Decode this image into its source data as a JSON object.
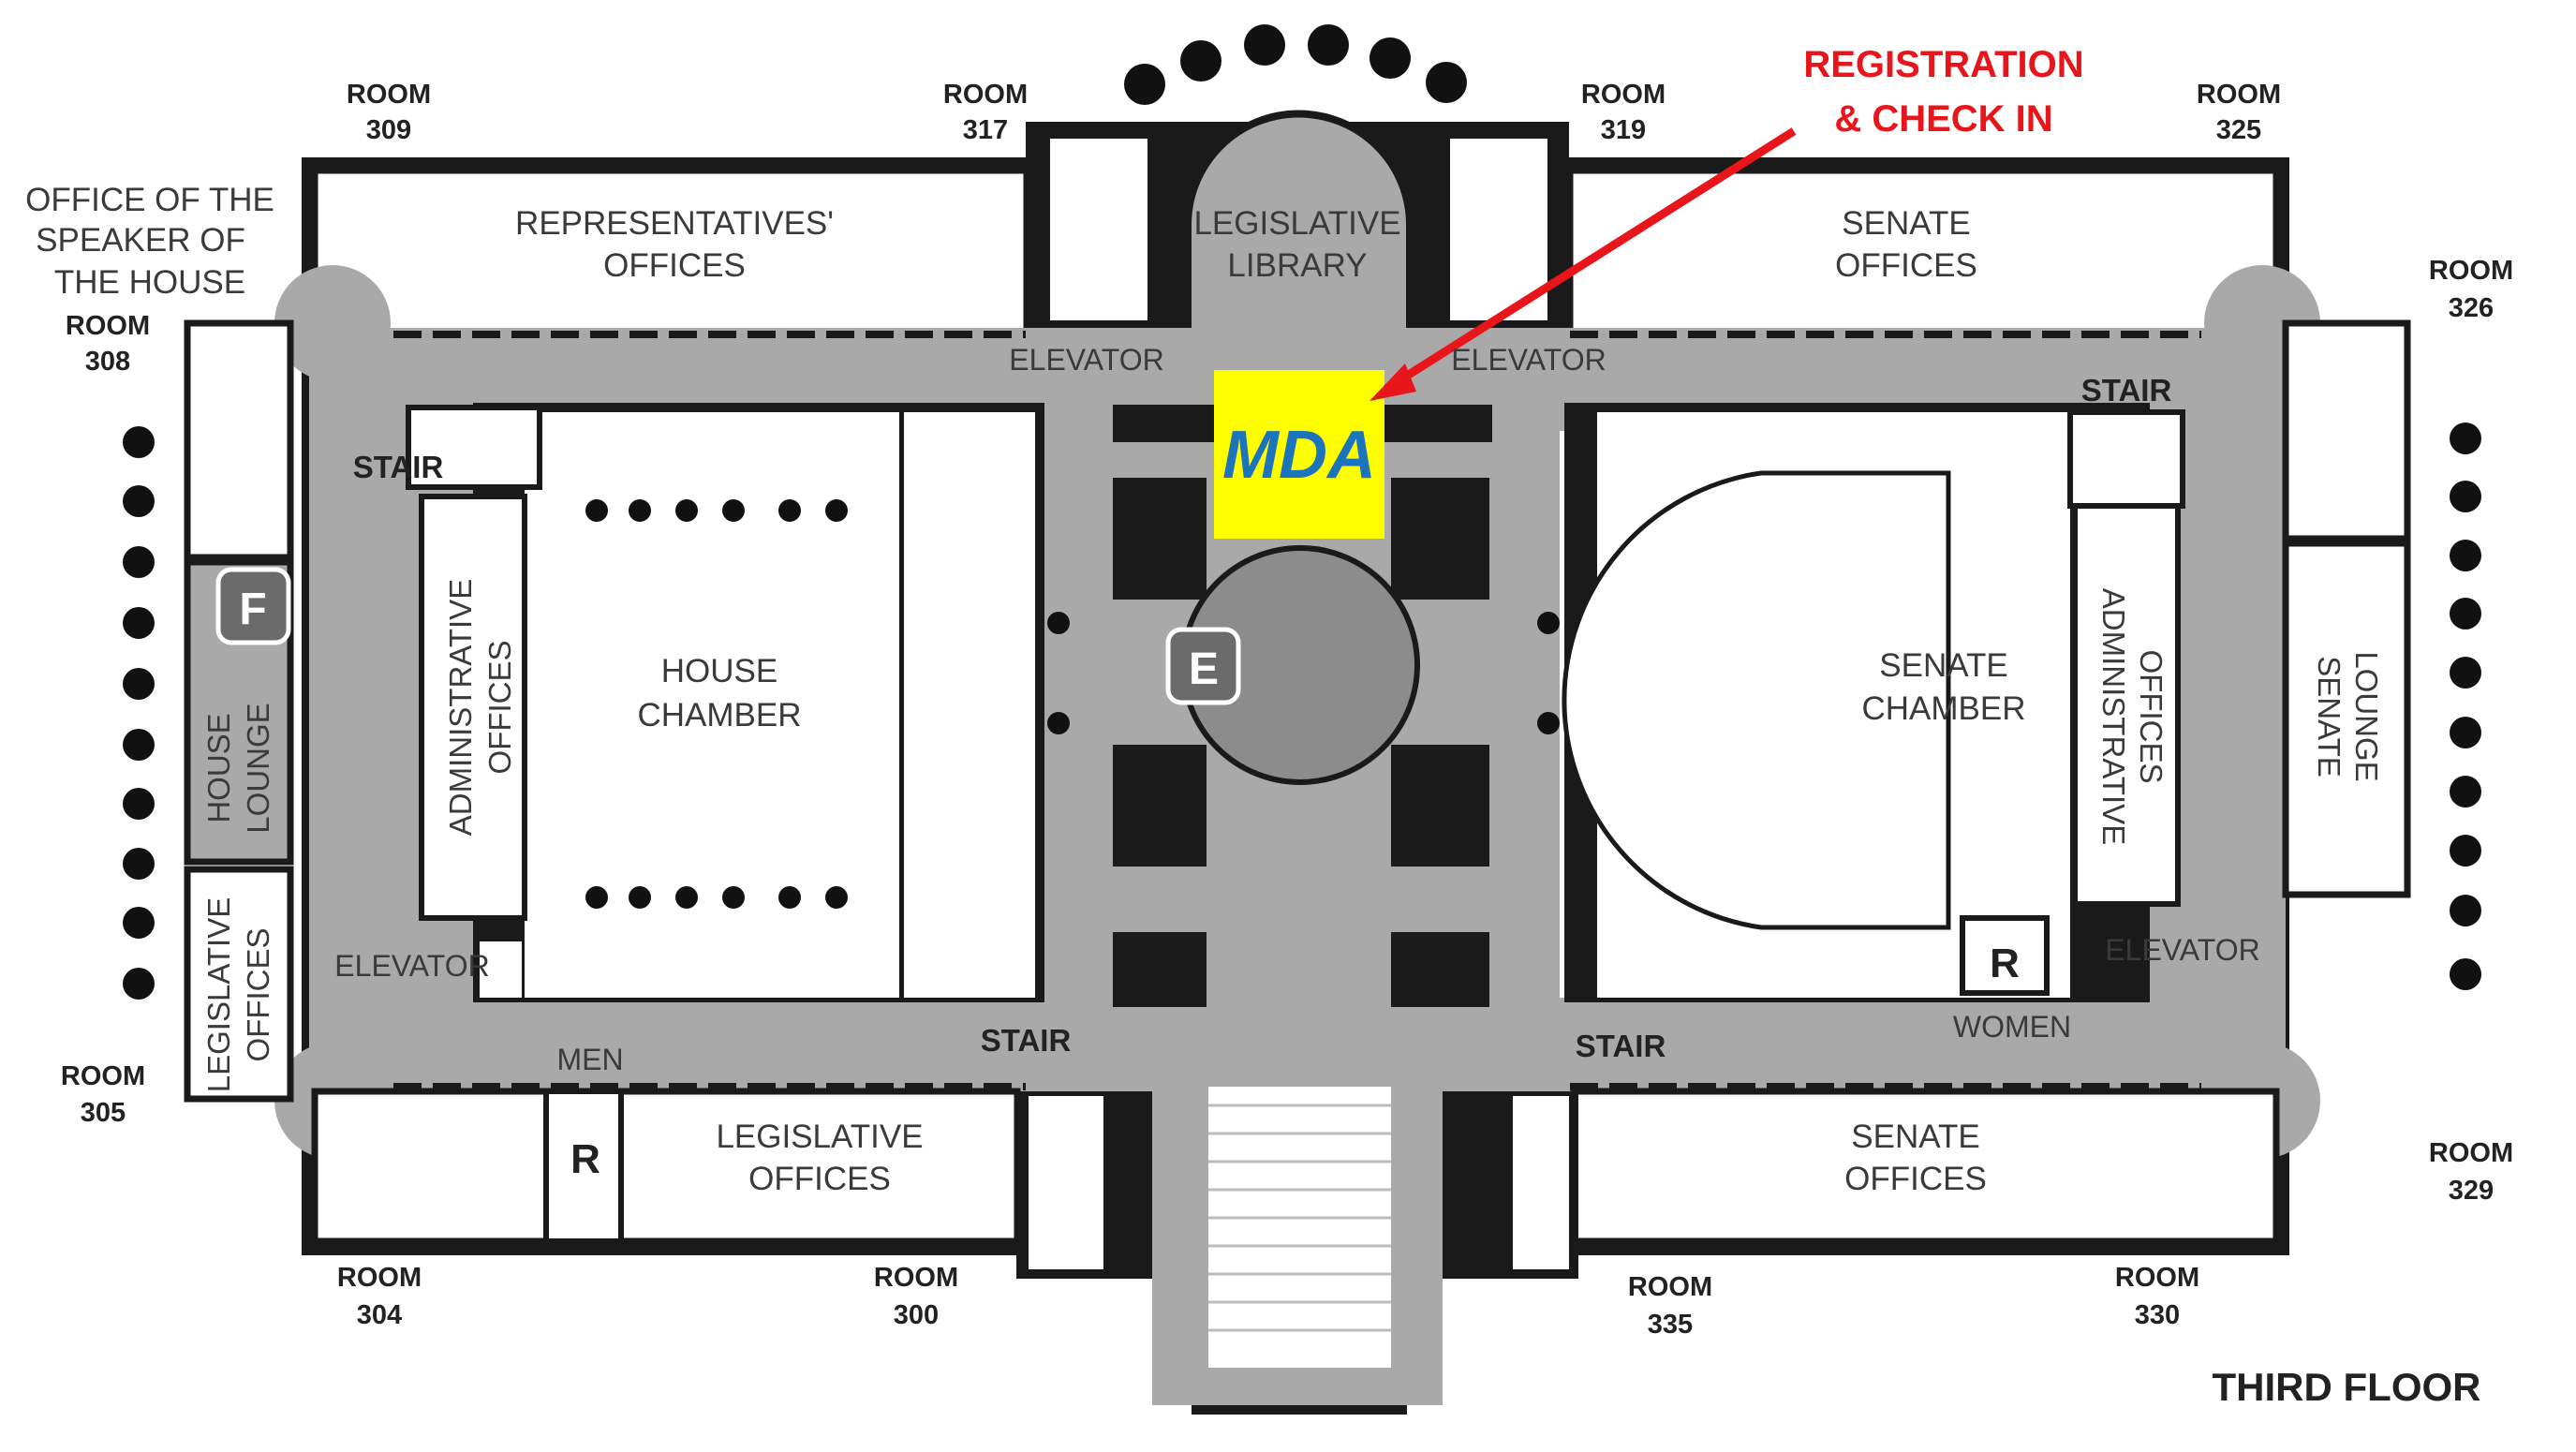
{
  "floor_title": "THIRD FLOOR",
  "callout": {
    "line1": "REGISTRATION",
    "line2": "& CHECK IN",
    "color": "#e8151b"
  },
  "logo": {
    "text": "MDA",
    "bg": "#ffff00",
    "fg": "#1c75bc"
  },
  "rooms": {
    "r309": [
      "ROOM",
      "309"
    ],
    "r317": [
      "ROOM",
      "317"
    ],
    "r319": [
      "ROOM",
      "319"
    ],
    "r325": [
      "ROOM",
      "325"
    ],
    "r326": [
      "ROOM",
      "326"
    ],
    "r308": [
      "ROOM",
      "308"
    ],
    "r305": [
      "ROOM",
      "305"
    ],
    "r304": [
      "ROOM",
      "304"
    ],
    "r300": [
      "ROOM",
      "300"
    ],
    "r335": [
      "ROOM",
      "335"
    ],
    "r330": [
      "ROOM",
      "330"
    ],
    "r329": [
      "ROOM",
      "329"
    ]
  },
  "areas": {
    "speaker": [
      "OFFICE  OF THE",
      "SPEAKER OF",
      "THE HOUSE"
    ],
    "rep_offices": [
      "REPRESENTATIVES'",
      "OFFICES"
    ],
    "leg_library": [
      "LEGISLATIVE",
      "LIBRARY"
    ],
    "senate_offices_top": [
      "SENATE",
      "OFFICES"
    ],
    "house_chamber": [
      "HOUSE",
      "CHAMBER"
    ],
    "senate_chamber": [
      "SENATE",
      "CHAMBER"
    ],
    "admin_left": [
      "ADMINISTRATIVE",
      "OFFICES"
    ],
    "admin_right": [
      "ADMINISTRATIVE",
      "OFFICES"
    ],
    "house_lounge": [
      "HOUSE",
      "LOUNGE"
    ],
    "senate_lounge": [
      "SENATE",
      "LOUNGE"
    ],
    "leg_offices_left": [
      "LEGISLATIVE",
      "OFFICES"
    ],
    "leg_offices_bottom": [
      "LEGISLATIVE",
      "OFFICES"
    ],
    "senate_offices_bottom": [
      "SENATE",
      "OFFICES"
    ]
  },
  "markers": {
    "elevator": "ELEVATOR",
    "stair": "STAIR",
    "men": "MEN",
    "women": "WOMEN",
    "restroom": "R",
    "food": "F",
    "exhibit": "E"
  }
}
